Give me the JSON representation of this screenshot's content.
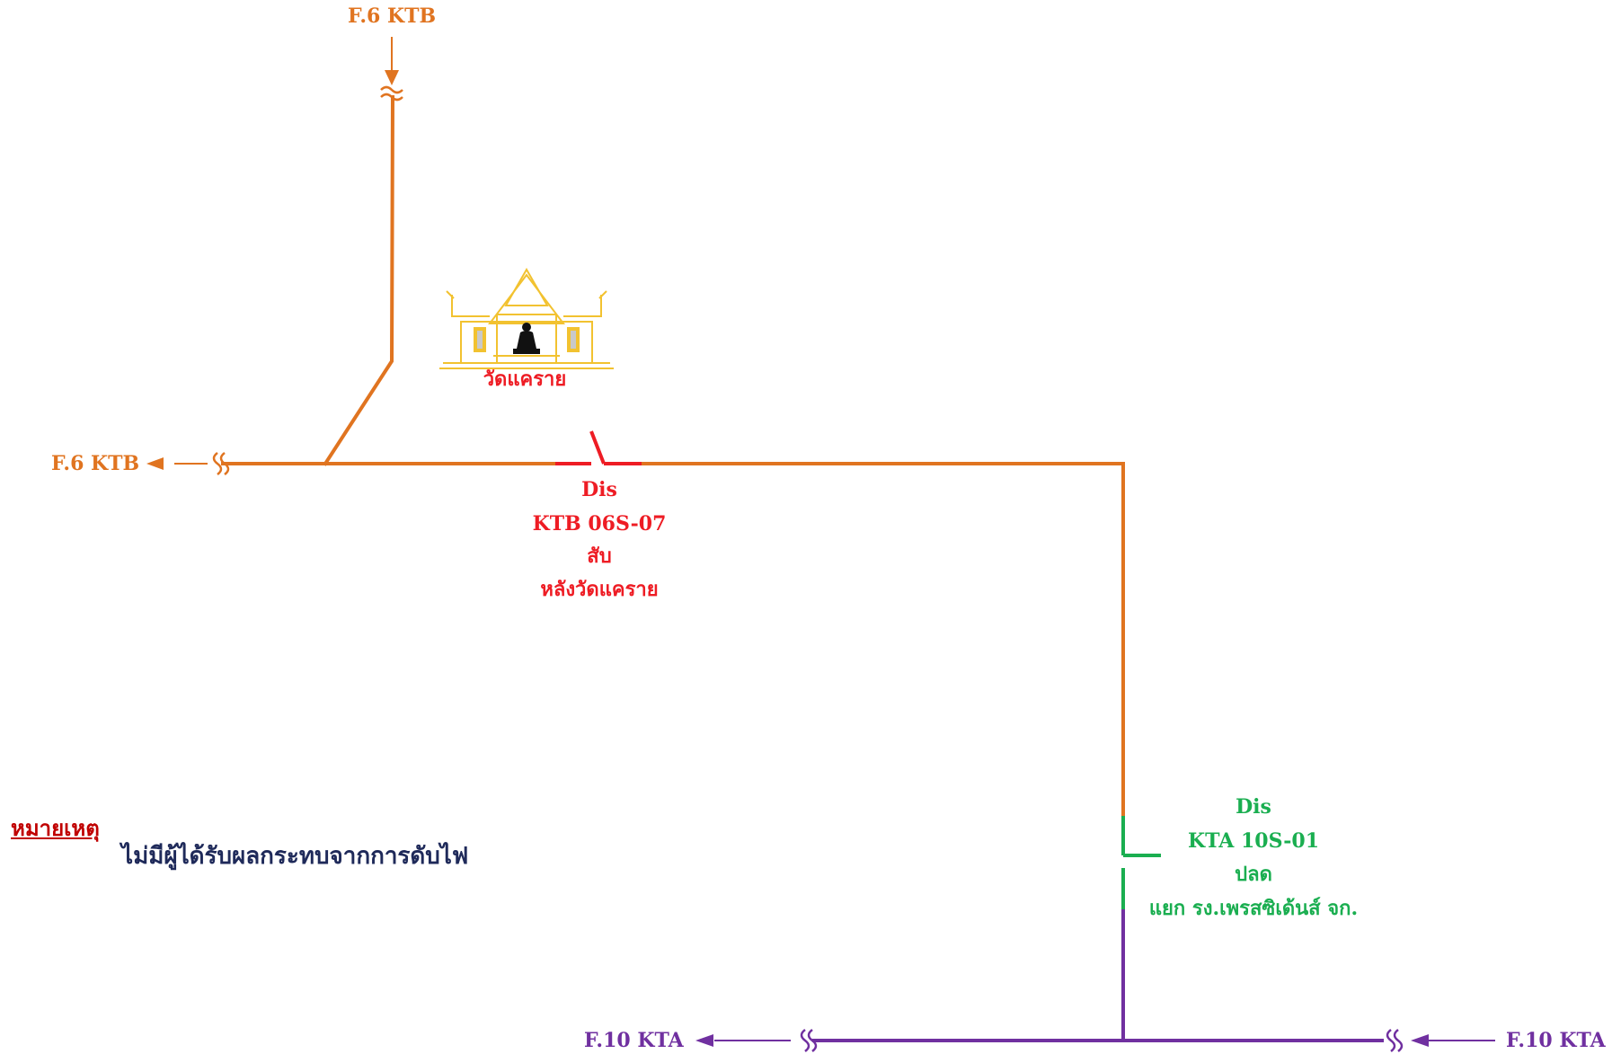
{
  "feeders": {
    "f6_top": "F.6 KTB",
    "f6_left": "F.6 KTB",
    "f10_left": "F.10 KTA",
    "f10_right": "F.10 KTA"
  },
  "temple": {
    "label": "วัดแคราย"
  },
  "switch_ktb": {
    "type": "Dis",
    "id": "KTB 06S-07",
    "state": "สับ",
    "location": "หลังวัดแคราย"
  },
  "switch_kta": {
    "type": "Dis",
    "id": "KTA 10S-01",
    "state": "ปลด",
    "location": "แยก รง.เพรสซิเด้นส์ จก."
  },
  "note": {
    "heading": "หมายเหตุ",
    "text": "ไม่มีผู้ได้รับผลกระทบจากการดับไฟ"
  },
  "colors": {
    "feeder_f6": "#E07420",
    "feeder_f10": "#7030A0",
    "closed_switch": "#EE1C24",
    "open_switch": "#1AAE50",
    "note_heading": "#C00000",
    "note_text": "#1F2A5A",
    "temple": "#F2C230"
  },
  "icons": [
    "arrow-icon",
    "break-mark-icon",
    "temple-icon",
    "buddha-icon"
  ]
}
